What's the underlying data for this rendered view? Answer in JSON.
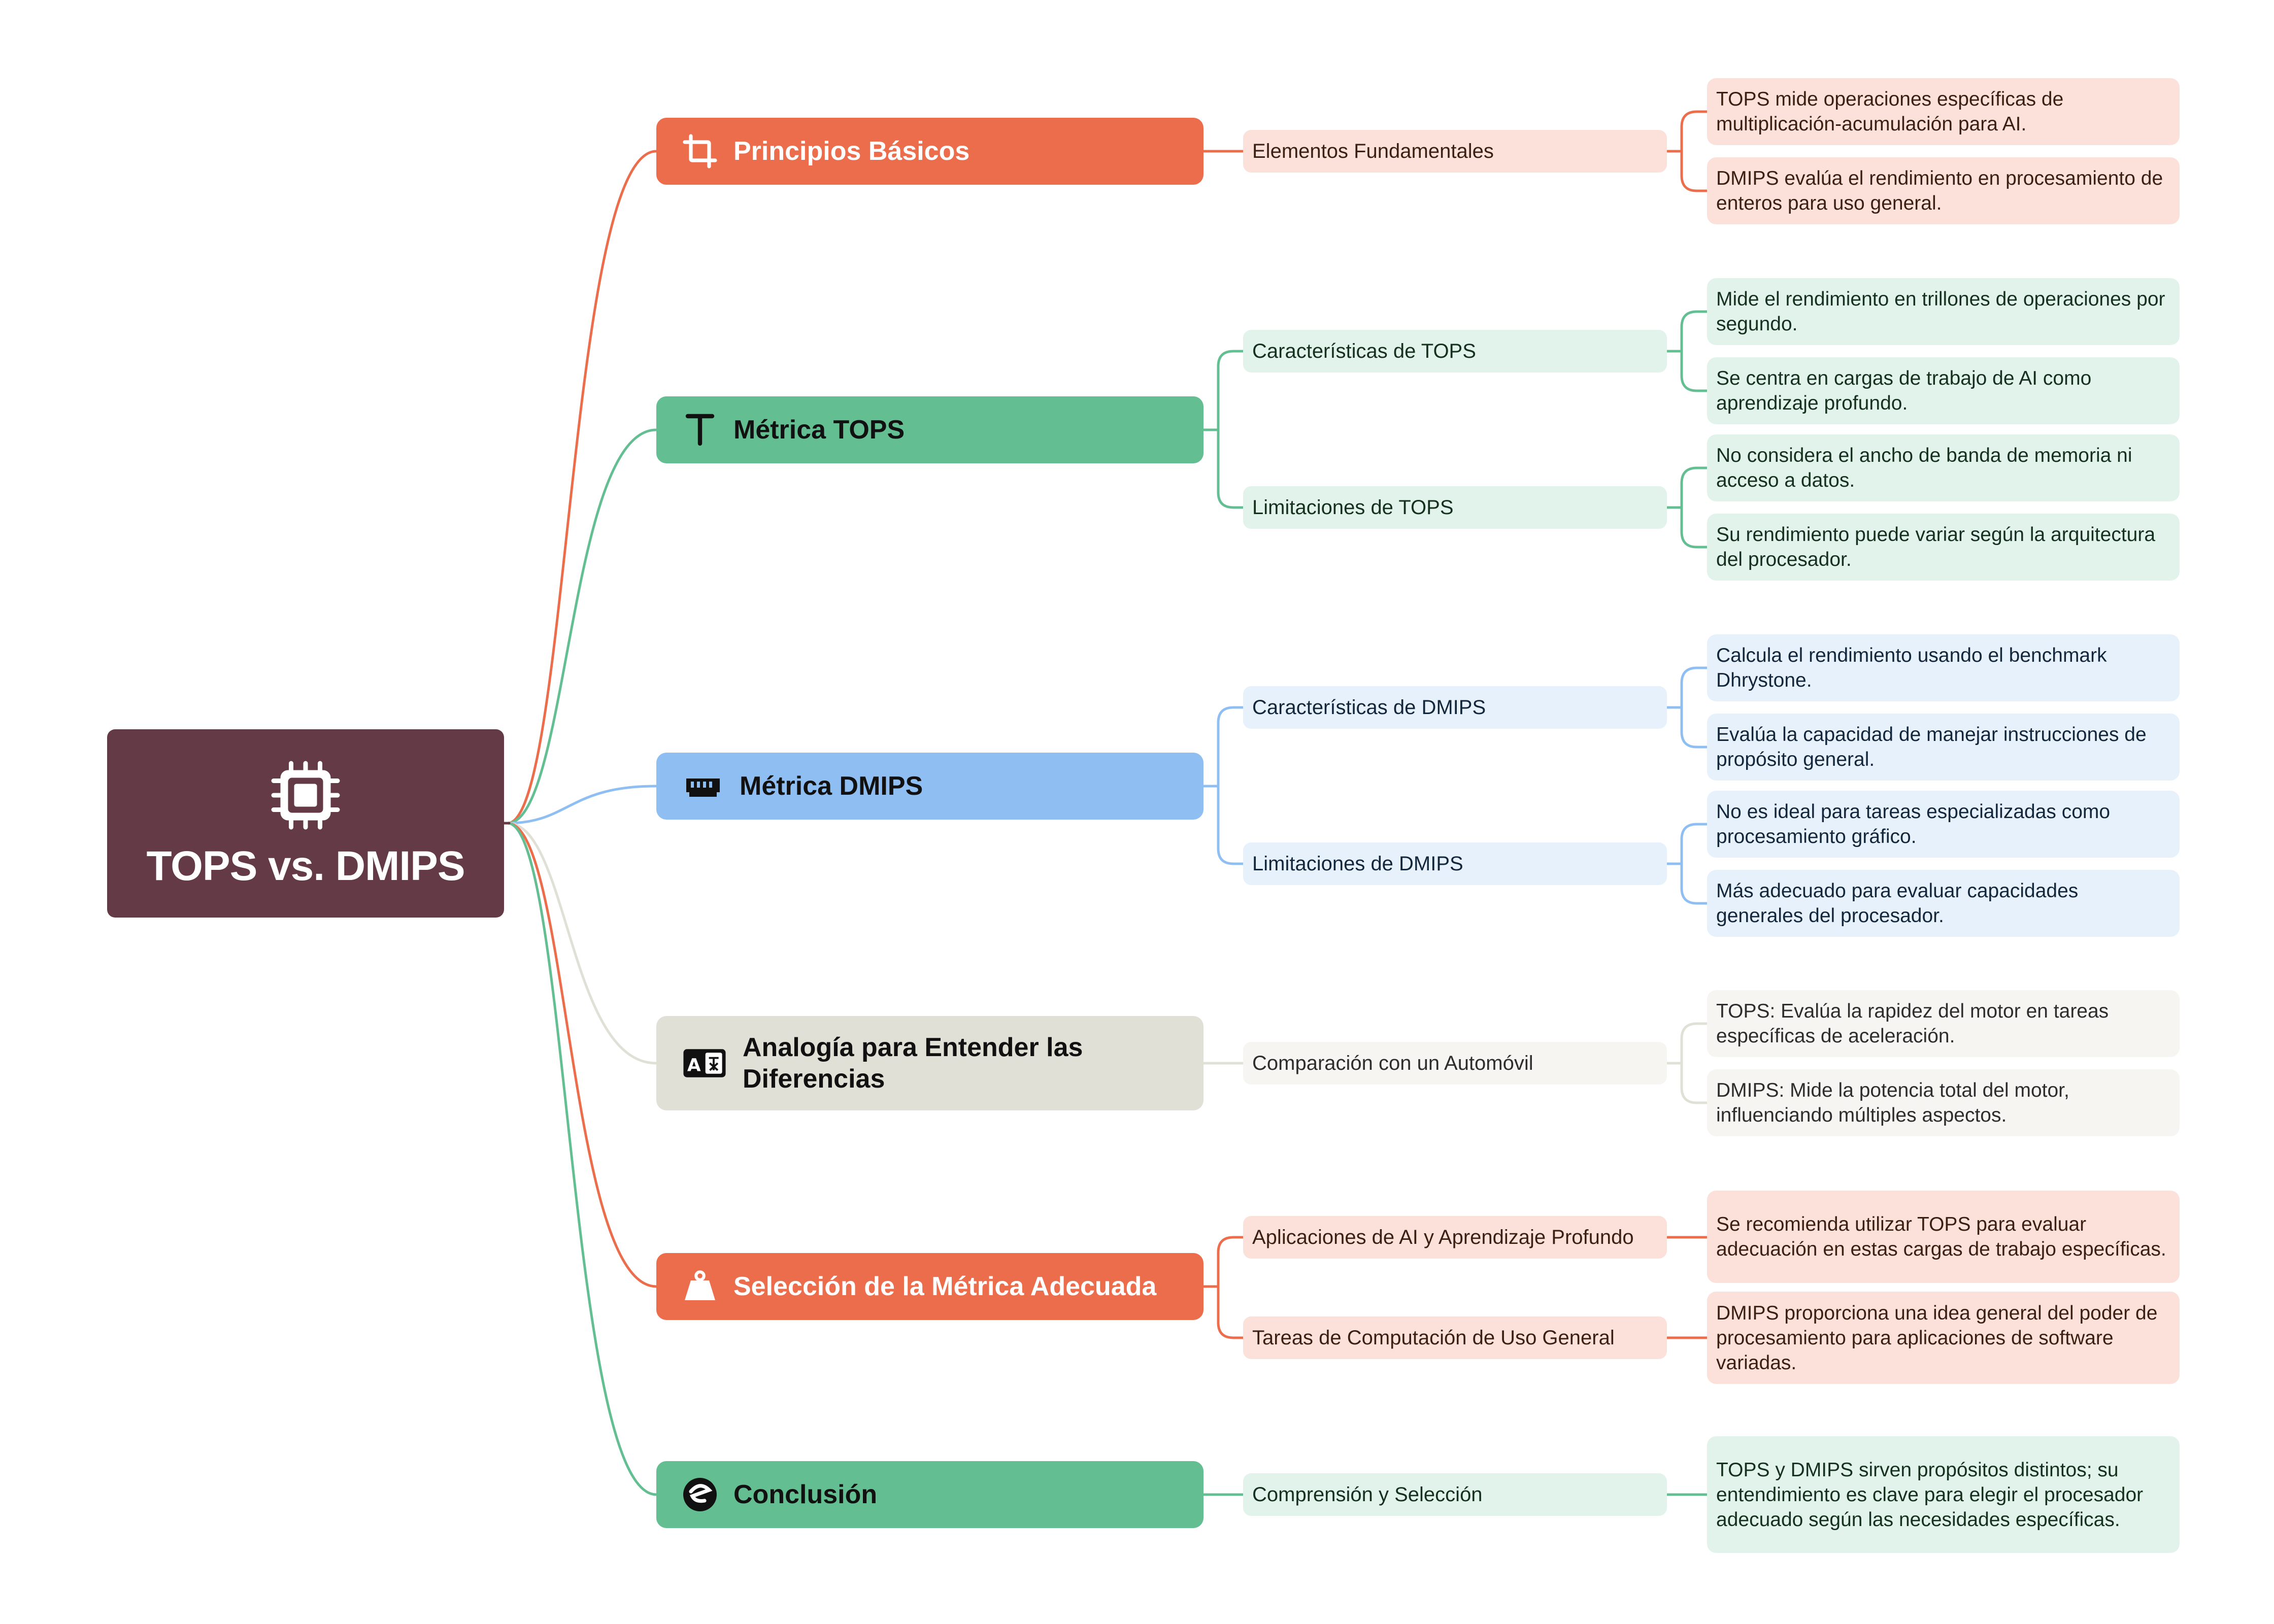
{
  "colors": {
    "root": "#633a45",
    "orange": "#eb6d4c",
    "green": "#63bf92",
    "blue": "#8fbff2",
    "beige": "#e1e0d6"
  },
  "root": {
    "title": "TOPS vs. DMIPS",
    "icon": "cpu-chip-icon"
  },
  "branches": [
    {
      "label": "Principios Básicos",
      "icon": "crop-icon",
      "subs": [
        {
          "label": "Elementos Fundamentales",
          "leaves": [
            "TOPS mide operaciones específicas de multiplicación-acumulación para AI.",
            "DMIPS evalúa el rendimiento en procesamiento de enteros para uso general."
          ]
        }
      ]
    },
    {
      "label": "Métrica TOPS",
      "icon": "letter-t-icon",
      "subs": [
        {
          "label": "Características de TOPS",
          "leaves": [
            "Mide el rendimiento en trillones de operaciones por segundo.",
            "Se centra en cargas de trabajo de AI como aprendizaje profundo."
          ]
        },
        {
          "label": "Limitaciones de TOPS",
          "leaves": [
            "No considera el ancho de banda de memoria ni acceso a datos.",
            "Su rendimiento puede variar según la arquitectura del procesador."
          ]
        }
      ]
    },
    {
      "label": "Métrica DMIPS",
      "icon": "memory-module-icon",
      "subs": [
        {
          "label": "Características de DMIPS",
          "leaves": [
            "Calcula el rendimiento usando el benchmark Dhrystone.",
            "Evalúa la capacidad de manejar instrucciones de propósito general."
          ]
        },
        {
          "label": "Limitaciones de DMIPS",
          "leaves": [
            "No es ideal para tareas especializadas como procesamiento gráfico.",
            "Más adecuado para evaluar capacidades generales del procesador."
          ]
        }
      ]
    },
    {
      "label": "Analogía para Entender las Diferencias",
      "icon": "translate-icon",
      "subs": [
        {
          "label": "Comparación con un Automóvil",
          "leaves": [
            "TOPS: Evalúa la rapidez del motor en tareas específicas de aceleración.",
            "DMIPS: Mide la potencia total del motor, influenciando múltiples aspectos."
          ]
        }
      ]
    },
    {
      "label": "Selección de la Métrica Adecuada",
      "icon": "weight-icon",
      "subs": [
        {
          "label": "Aplicaciones de AI y Aprendizaje Profundo",
          "leaves": [
            "Se recomienda utilizar TOPS para evaluar adecuación en estas cargas de trabajo específicas."
          ]
        },
        {
          "label": "Tareas de Computación de Uso General",
          "leaves": [
            "DMIPS proporciona una idea general del poder de procesamiento para aplicaciones de software variadas."
          ]
        }
      ]
    },
    {
      "label": "Conclusión",
      "icon": "conclusion-icon",
      "subs": [
        {
          "label": "Comprensión y Selección",
          "leaves": [
            "TOPS y DMIPS sirven propósitos distintos; su entendimiento es clave para elegir el procesador adecuado según las necesidades específicas."
          ]
        }
      ]
    }
  ]
}
